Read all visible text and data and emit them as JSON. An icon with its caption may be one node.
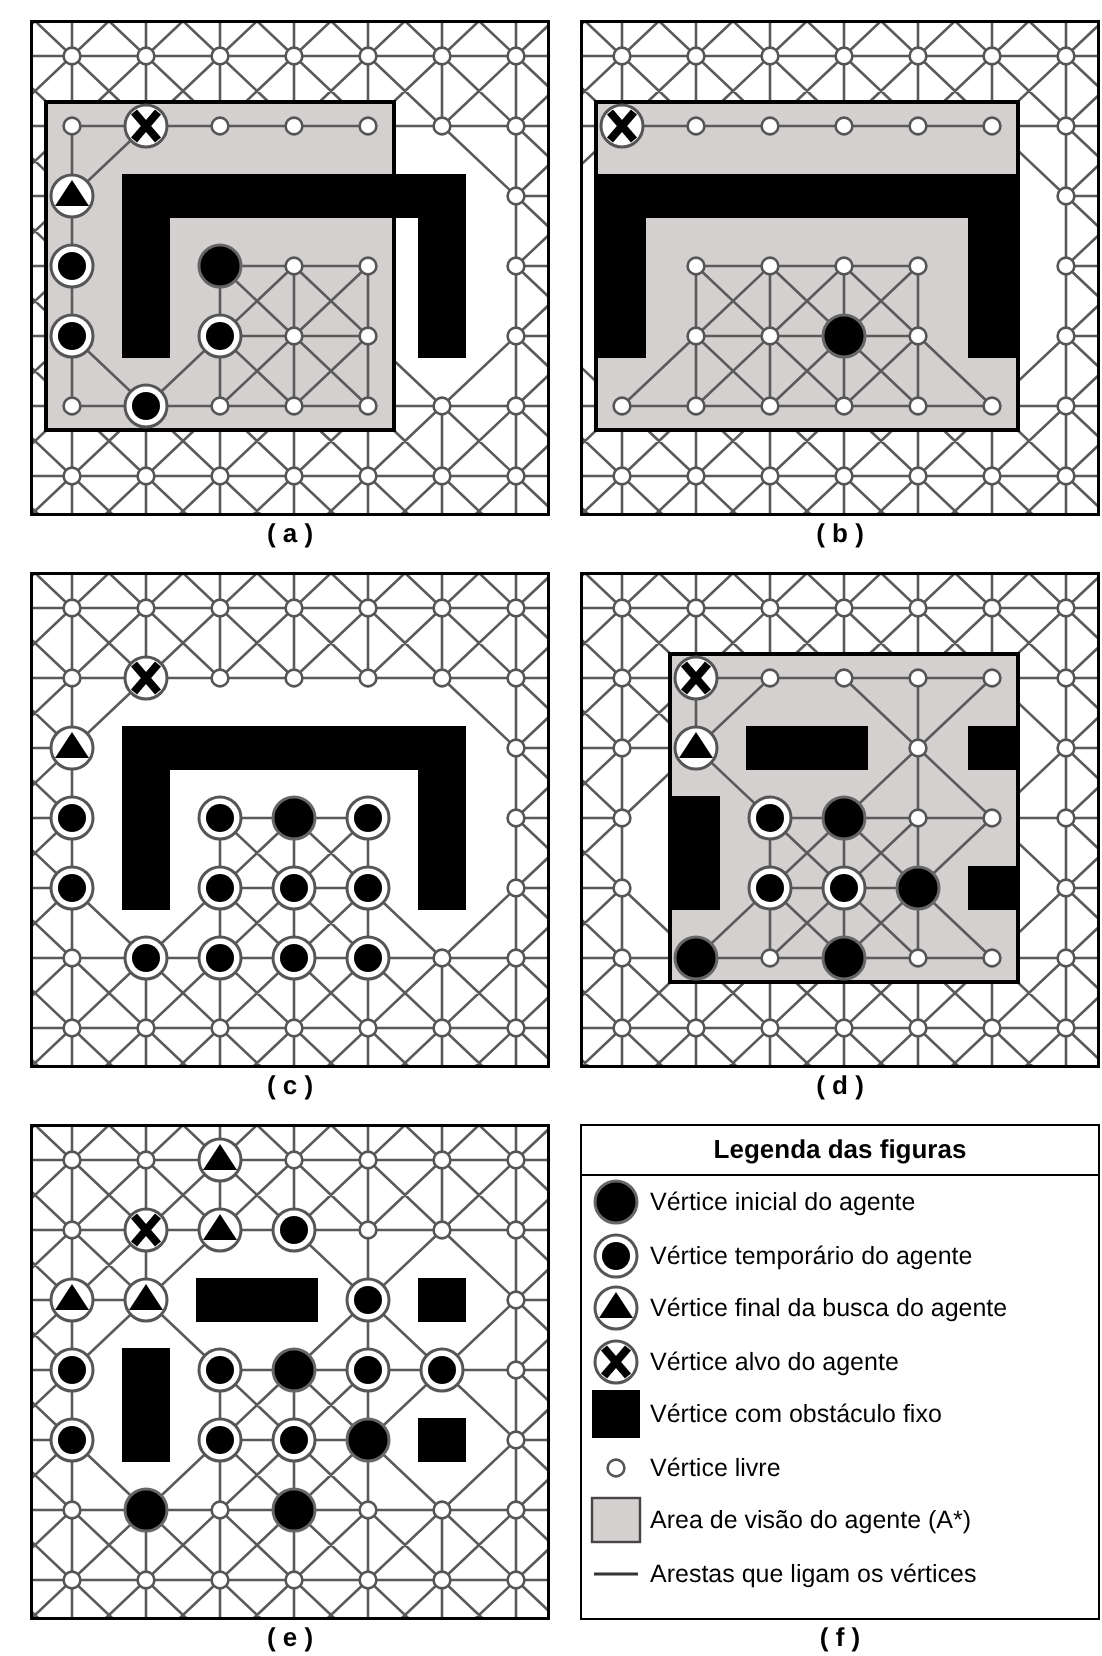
{
  "diagram": {
    "labels": [
      "( a )",
      "( b )",
      "( c )",
      "( d )",
      "Legenda das figuras",
      "( e )",
      "( f )"
    ],
    "legend": [
      {
        "text": "Vértice inicial do agente"
      },
      {
        "text": "Vértice temporário do agente"
      },
      {
        "text": "Vértice final da busca do agente"
      },
      {
        "text": "Vértice alvo do agente"
      },
      {
        "text": "Vértice com obstáculo fixo"
      },
      {
        "text": "Vértice livre"
      },
      {
        "text": "Area de visão do agente (A*)",
        "color": "#d4d0d0"
      },
      {
        "text": "Arestas que ligam os vértices"
      }
    ]
  }
}
